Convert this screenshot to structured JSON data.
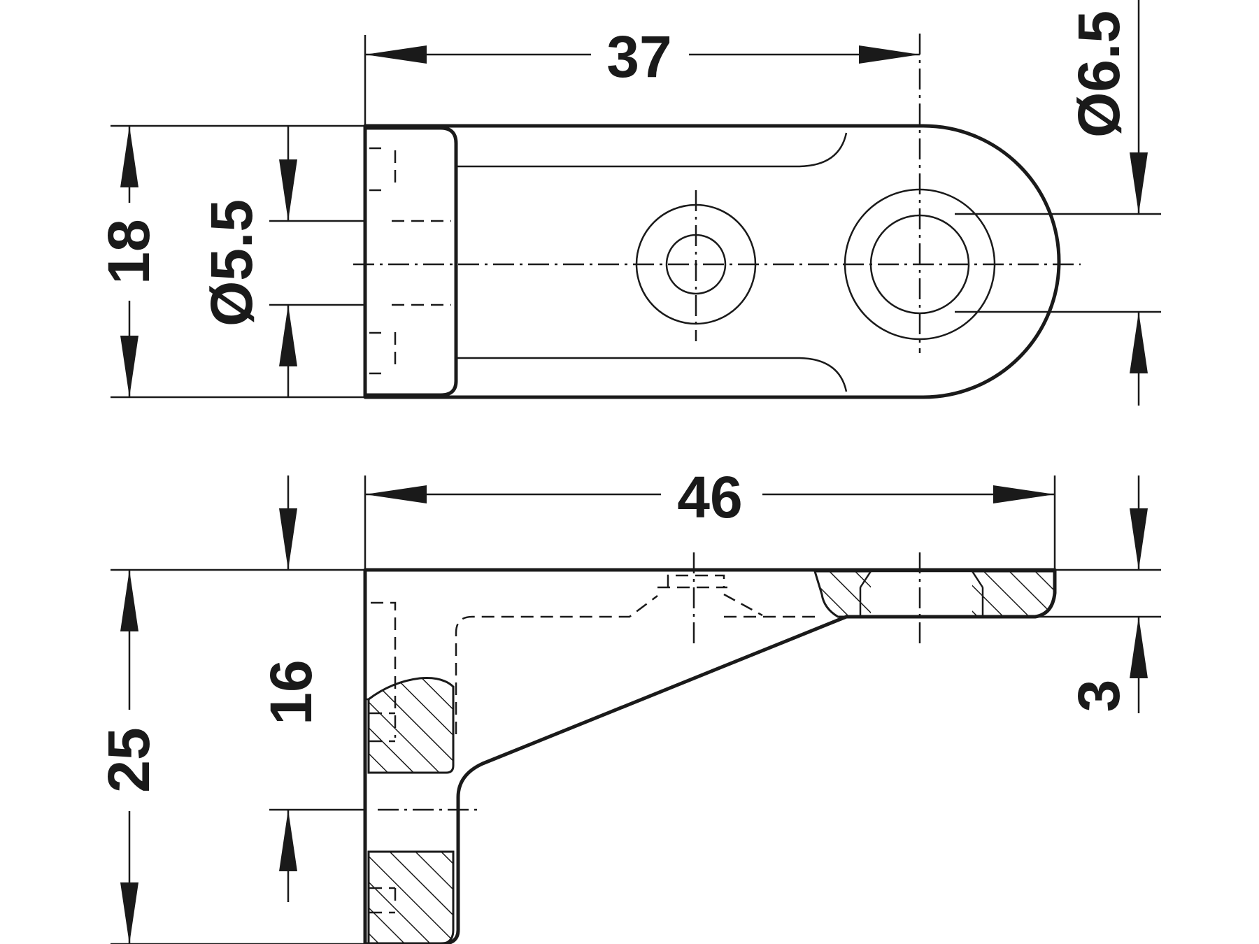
{
  "dimensions": {
    "top_width": "37",
    "top_hole_right": "Ø6.5",
    "top_height": "18",
    "top_hole_left": "Ø5.5",
    "side_width": "46",
    "side_height_total": "25",
    "side_height_inner": "16",
    "side_thickness": "3"
  },
  "colors": {
    "line": "#1a1a1a",
    "background": "#ffffff"
  }
}
